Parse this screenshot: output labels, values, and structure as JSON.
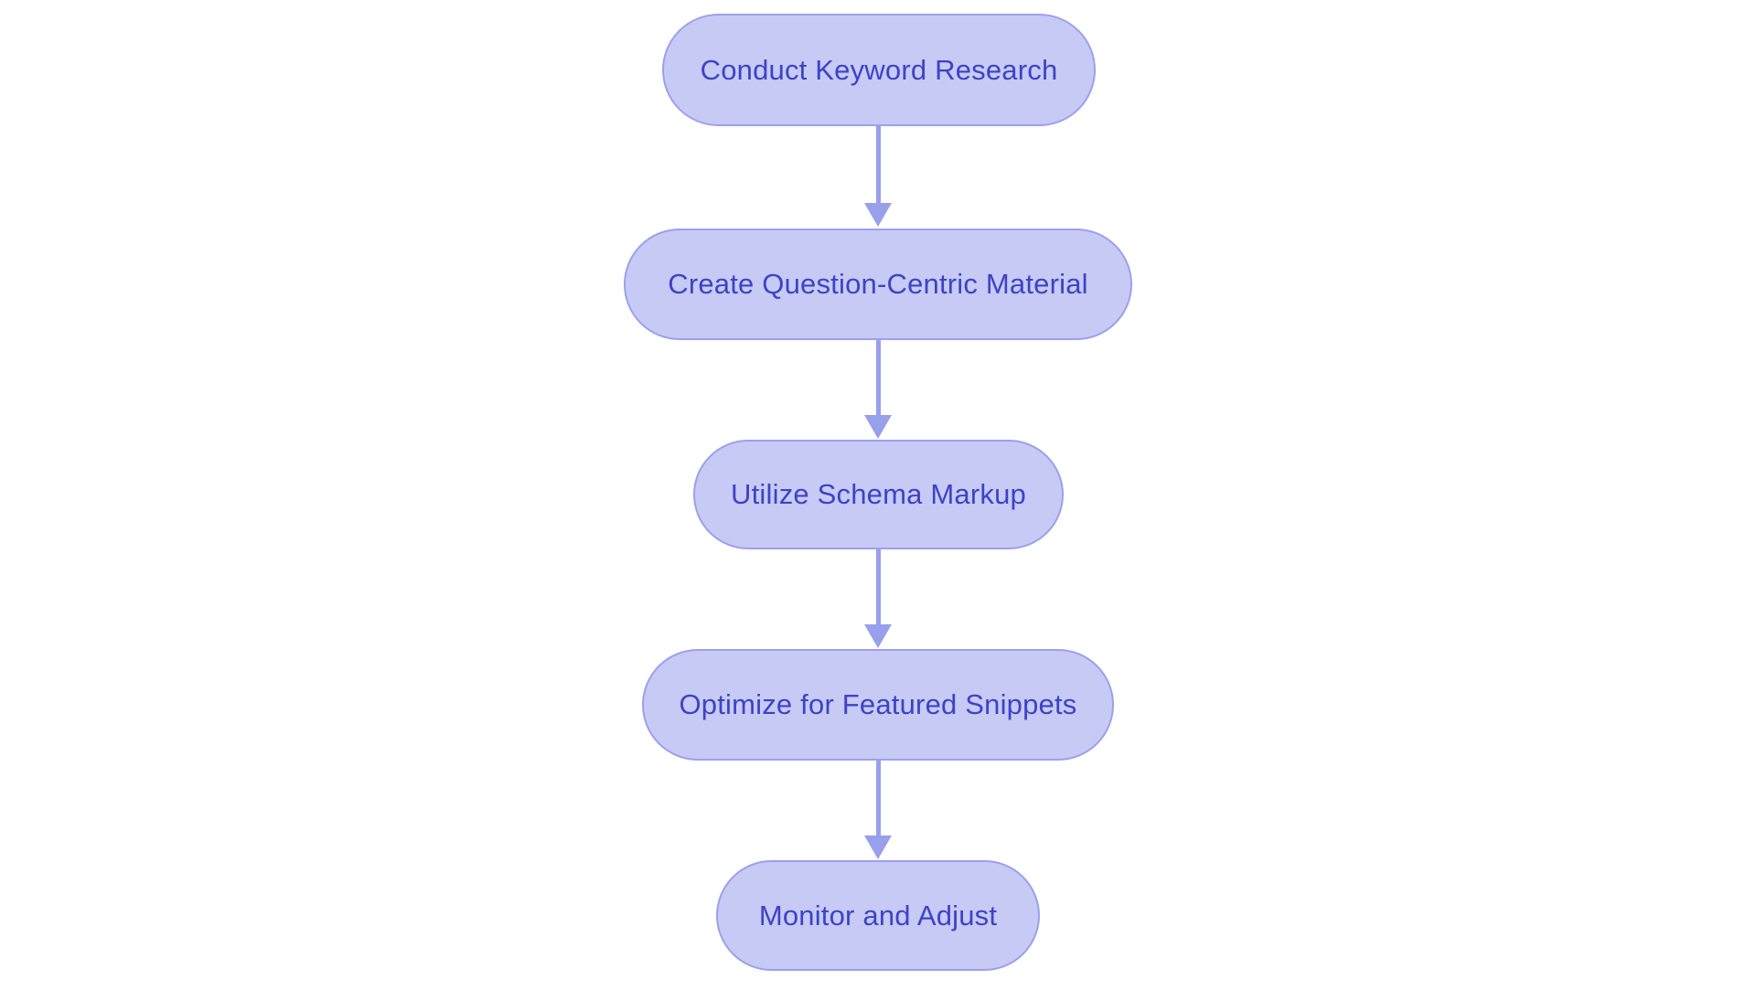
{
  "diagram": {
    "type": "flowchart",
    "direction": "top-down",
    "nodes": [
      {
        "id": "1",
        "label": "Conduct Keyword Research"
      },
      {
        "id": "2",
        "label": "Create Question-Centric Material"
      },
      {
        "id": "3",
        "label": "Utilize Schema Markup"
      },
      {
        "id": "4",
        "label": "Optimize for Featured Snippets"
      },
      {
        "id": "5",
        "label": "Monitor and Adjust"
      }
    ],
    "edges": [
      {
        "from": "1",
        "to": "2"
      },
      {
        "from": "2",
        "to": "3"
      },
      {
        "from": "3",
        "to": "4"
      },
      {
        "from": "4",
        "to": "5"
      }
    ]
  },
  "theme": {
    "background": "#ffffff",
    "node-fill": "#c7caf5",
    "node-border": "#9aa1ec",
    "node-text": "#3d43c6",
    "arrow-color": "#989feb"
  }
}
